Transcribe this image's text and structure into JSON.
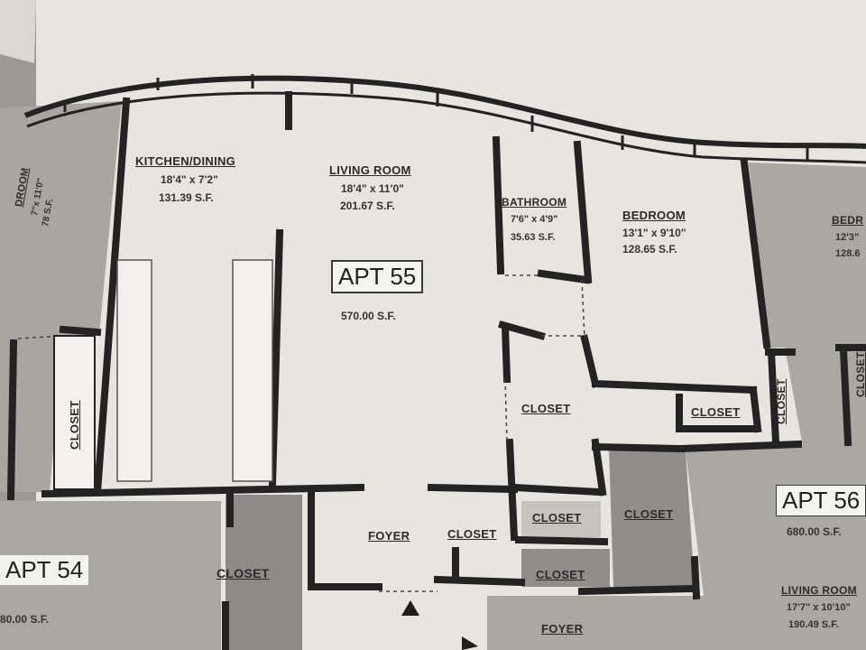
{
  "rooms": {
    "kitchen": {
      "name": "KITCHEN/DINING",
      "dims": "18'4\" x 7'2\"",
      "area": "131.39 S.F."
    },
    "living": {
      "name": "LIVING ROOM",
      "dims": "18'4\" x 11'0\"",
      "area": "201.67 S.F."
    },
    "bathroom": {
      "name": "BATHROOM",
      "dims": "7'6\" x 4'9\"",
      "area": "35.63 S.F."
    },
    "bedroom": {
      "name": "BEDROOM",
      "dims": "13'1\" x 9'10\"",
      "area": "128.65 S.F."
    },
    "bedroom_right": {
      "name": "BEDR",
      "dims": "12'3\"",
      "area": "128.6"
    },
    "bedroom_left": {
      "name": "DROOM",
      "dims": "7\"x 11'0\"",
      "area": "78 S.F."
    },
    "foyer": {
      "name": "FOYER"
    },
    "foyer_bottom": {
      "name": "FOYER"
    },
    "living_right": {
      "name": "LIVING ROOM",
      "dims": "17'7\" x 10'10\"",
      "area": "190.49 S.F."
    }
  },
  "closets": [
    "CLOSET",
    "CLOSET",
    "CLOSET",
    "CLOSET",
    "CLOSET",
    "CLOSET",
    "CLOSET",
    "CLOSET",
    "CLOSET",
    "CLOSET"
  ],
  "apartments": {
    "apt55": {
      "name": "APT 55",
      "area": "570.00 S.F."
    },
    "apt56": {
      "name": "APT 56",
      "area": "680.00 S.F."
    },
    "apt54": {
      "name": "APT 54",
      "area": "80.00 S.F."
    }
  },
  "colors": {
    "page": "#e7e6e1",
    "shade": "#a9a8a3",
    "wall": "#232323",
    "text": "#2b2b2b"
  }
}
